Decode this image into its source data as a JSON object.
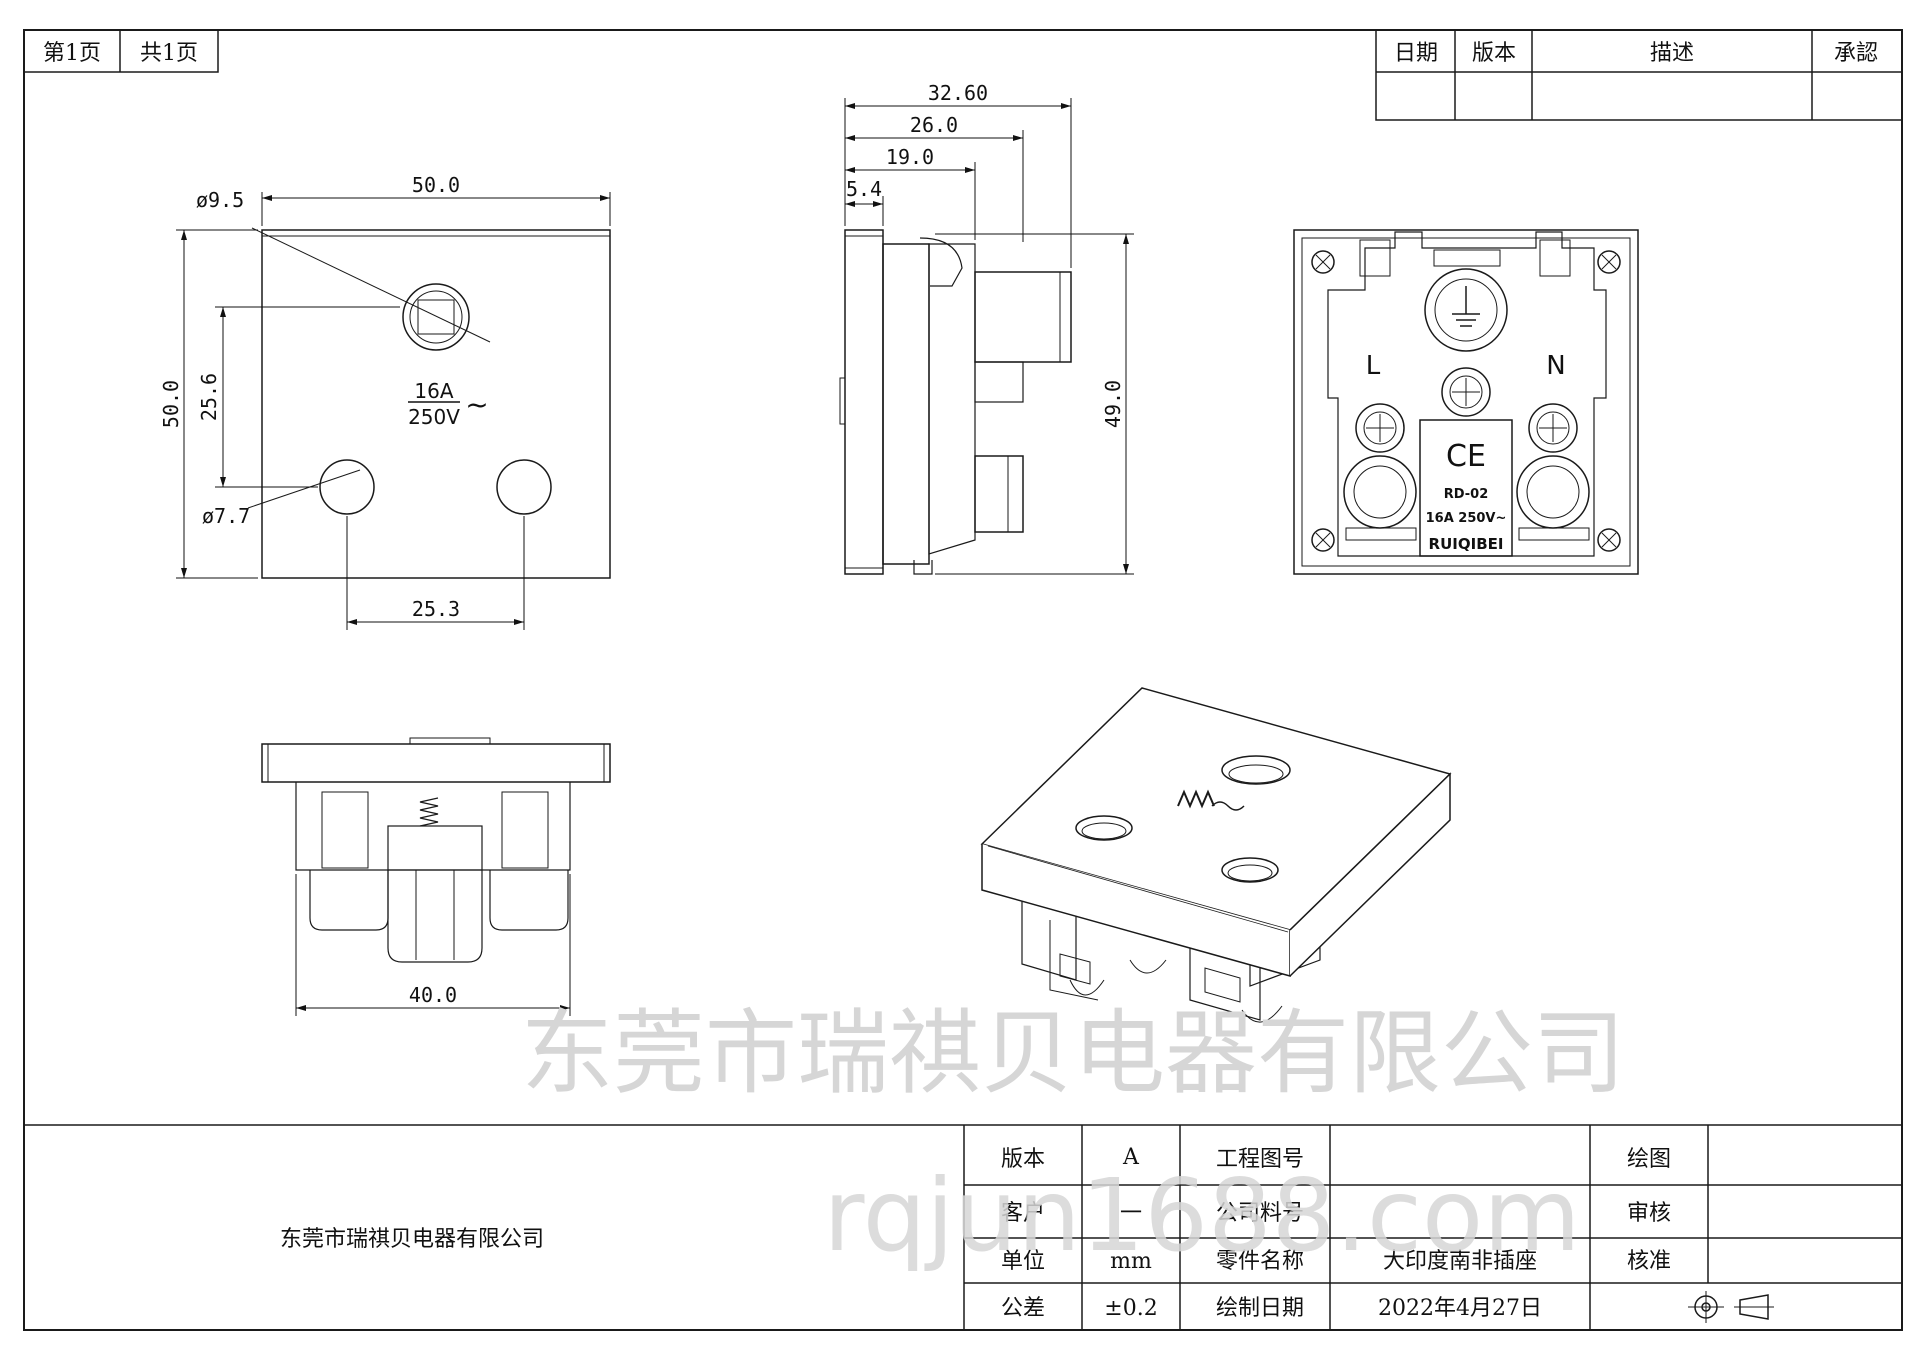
{
  "header": {
    "page_no": "第1页",
    "page_total": "共1页",
    "revision_headers": [
      "日期",
      "版本",
      "描述",
      "承認"
    ]
  },
  "front_view": {
    "width": "50.0",
    "height": "50.0",
    "earth_diameter": "ø9.5",
    "pin_diameter": "ø7.7",
    "pin_spacing": "25.3",
    "earth_offset": "25.6",
    "rating_current": "16A",
    "rating_voltage": "250V",
    "ac_symbol": "~"
  },
  "side_view": {
    "depth_total": "32.60",
    "depth_body": "26.0",
    "depth_pins": "19.0",
    "plate_thickness": "5.4",
    "height": "49.0"
  },
  "back_view": {
    "live_label": "L",
    "neutral_label": "N",
    "ce_mark": "CE",
    "model": "RD-02",
    "rating": "16A 250V~",
    "brand": "RUIQIBEI"
  },
  "bottom_view": {
    "width": "40.0"
  },
  "watermarks": {
    "company": "东莞市瑞祺贝电器有限公司",
    "site": "rqjun1688.com"
  },
  "title_block": {
    "company": "东莞市瑞祺贝电器有限公司",
    "rows": [
      {
        "k1": "版本",
        "v1": "A",
        "k2": "工程图号",
        "v2": "",
        "k3": "绘图",
        "v3": ""
      },
      {
        "k1": "客户",
        "v1": "一",
        "k2": "公司料号",
        "v2": "",
        "k3": "审核",
        "v3": ""
      },
      {
        "k1": "单位",
        "v1": "mm",
        "k2": "零件名称",
        "v2": "大印度南非插座",
        "k3": "核准",
        "v3": ""
      },
      {
        "k1": "公差",
        "v1": "±0.2",
        "k2": "绘制日期",
        "v2": "2022年4月27日",
        "k3": "",
        "v3": ""
      }
    ]
  },
  "colors": {
    "line": "#1a1a1a",
    "watermark": "#d6d6d6"
  }
}
